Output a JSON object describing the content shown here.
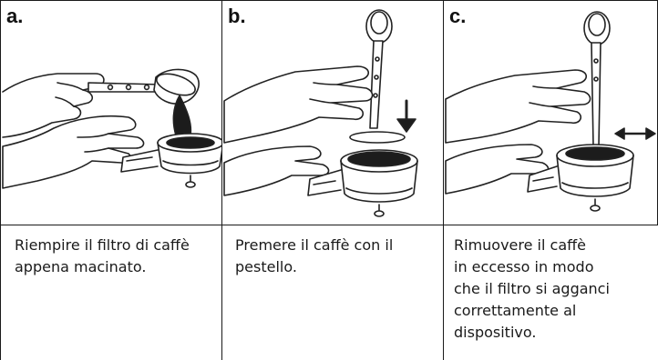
{
  "steps": [
    {
      "letter": "a.",
      "caption": "Riempire il filtro di caffè\nappena macinato."
    },
    {
      "letter": "b.",
      "caption": "Premere il caffè con il\npestello."
    },
    {
      "letter": "c.",
      "caption": "Rimuovere il caffè\nin eccesso in modo\nche il filtro si agganci\ncorrettamente al\ndispositivo."
    }
  ]
}
